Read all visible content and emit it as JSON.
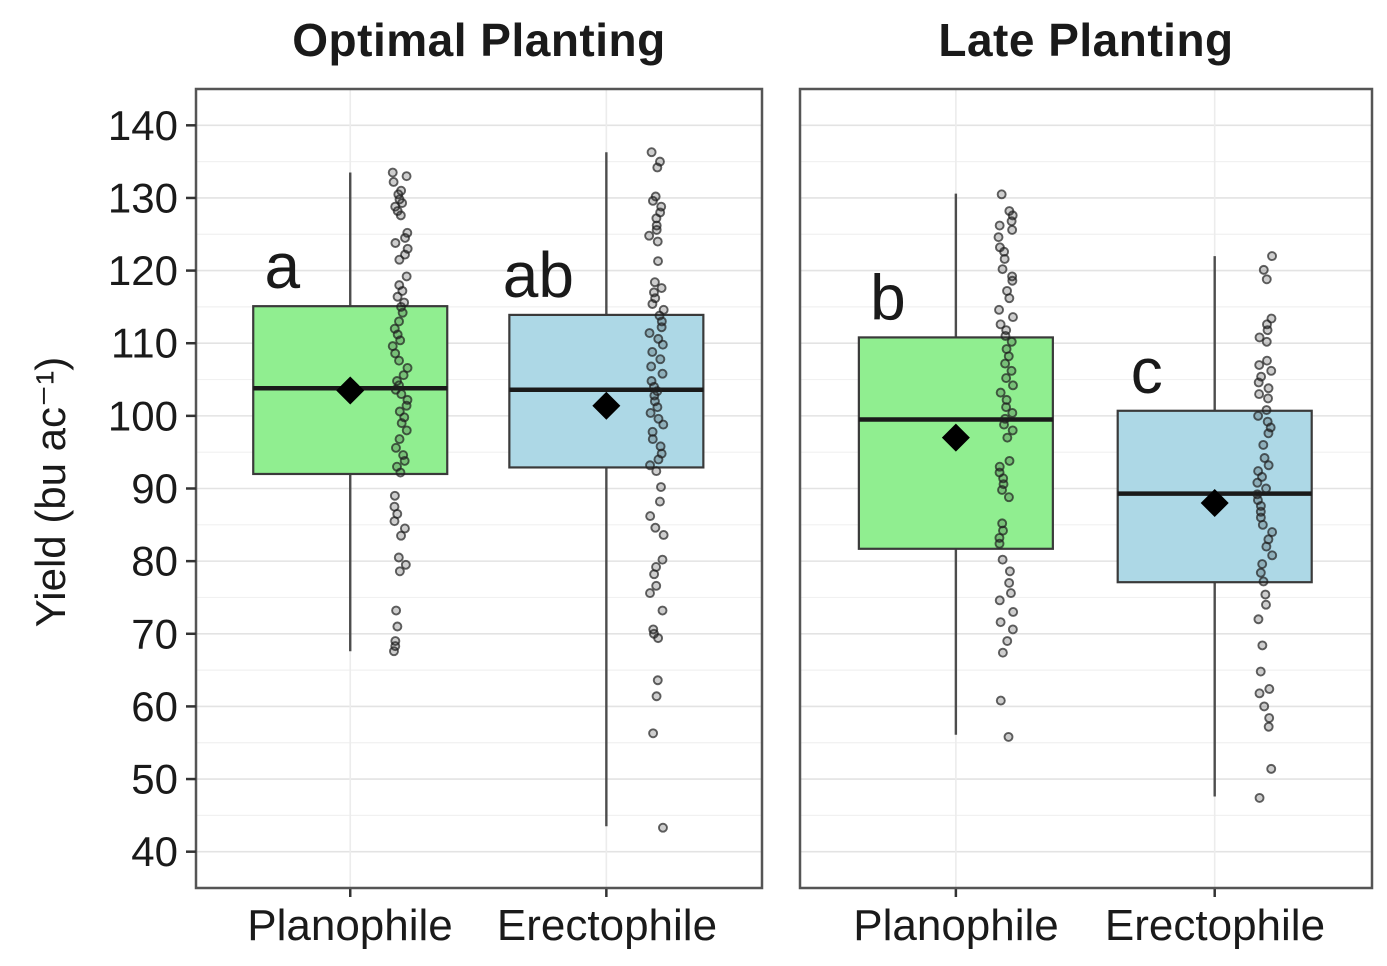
{
  "chart_data": {
    "type": "boxplot",
    "ylabel": "Yield (bu ac⁻¹)",
    "ylim": [
      35,
      145
    ],
    "yticks": [
      40,
      50,
      60,
      70,
      80,
      90,
      100,
      110,
      120,
      130,
      140
    ],
    "yticks_minor": [
      45,
      55,
      65,
      75,
      85,
      95,
      105,
      115,
      125,
      135
    ],
    "grid": "on",
    "categories": [
      "Planophile",
      "Erectophile"
    ],
    "style": {
      "panel_border": "#555555",
      "grid_major": "#e3e3e3",
      "grid_minor": "#f1f1f1",
      "grid_vertical": "#ececec",
      "whisker": "#4d4d4d",
      "box_stroke": "#3a3a3a",
      "median": "#1a1a1a",
      "mean_marker": "#000000",
      "point_stroke": "#1f1f1f",
      "text": "#1a1a1a"
    },
    "panels": [
      {
        "title": "Optimal Planting",
        "groups": [
          {
            "label": "Planophile",
            "letter": "a",
            "fill": "#90EE90",
            "q1": 92,
            "median": 103.8,
            "q3": 115.1,
            "whisker_low": 67.6,
            "whisker_high": 133.5,
            "mean": 103.5,
            "points": [
              133.5,
              133.0,
              132.2,
              131.0,
              130.5,
              129.8,
              129.3,
              128.8,
              128.2,
              127.6,
              125.2,
              124.5,
              123.8,
              123.0,
              122.2,
              121.5,
              119.2,
              118.0,
              117.2,
              116.4,
              115.6,
              115.0,
              114.2,
              113.0,
              112.0,
              111.2,
              110.4,
              109.6,
              108.6,
              107.6,
              106.6,
              105.6,
              104.8,
              104.2,
              103.6,
              103.0,
              102.2,
              101.4,
              100.6,
              99.8,
              99.0,
              98.0,
              96.8,
              95.6,
              94.6,
              93.8,
              93.0,
              92.2,
              89.0,
              87.5,
              86.5,
              85.5,
              84.5,
              83.5,
              80.5,
              79.5,
              78.6,
              73.2,
              71.0,
              69.0,
              68.3,
              67.6
            ]
          },
          {
            "label": "Erectophile",
            "letter": "ab",
            "fill": "#ADD8E6",
            "q1": 92.9,
            "median": 103.6,
            "q3": 113.9,
            "whisker_low": 43.5,
            "whisker_high": 136.3,
            "mean": 101.4,
            "points": [
              136.3,
              135.0,
              134.2,
              130.2,
              129.6,
              128.8,
              128.0,
              127.2,
              126.2,
              125.6,
              124.8,
              124.0,
              121.3,
              118.4,
              117.6,
              117.0,
              116.2,
              115.4,
              114.6,
              113.8,
              113.0,
              112.2,
              111.4,
              110.6,
              109.8,
              108.8,
              107.8,
              106.8,
              105.8,
              104.8,
              104.0,
              103.4,
              102.8,
              102.0,
              101.2,
              100.4,
              99.6,
              98.8,
              97.8,
              96.8,
              95.8,
              94.8,
              94.0,
              93.2,
              92.4,
              90.2,
              88.2,
              86.2,
              84.6,
              83.6,
              80.2,
              79.2,
              78.2,
              76.6,
              75.6,
              73.2,
              70.6,
              70.0,
              69.4,
              63.6,
              61.4,
              56.3,
              43.3
            ]
          }
        ]
      },
      {
        "title": "Late Planting",
        "groups": [
          {
            "label": "Planophile",
            "letter": "b",
            "fill": "#90EE90",
            "q1": 81.7,
            "median": 99.5,
            "q3": 110.8,
            "whisker_low": 56.1,
            "whisker_high": 130.6,
            "mean": 97.0,
            "points": [
              130.5,
              128.2,
              127.6,
              126.8,
              126.2,
              125.6,
              124.6,
              123.2,
              122.6,
              121.6,
              120.2,
              119.2,
              118.6,
              117.2,
              116.2,
              114.6,
              113.6,
              112.6,
              111.8,
              111.0,
              110.2,
              109.2,
              108.2,
              107.2,
              106.2,
              105.2,
              104.2,
              103.2,
              102.2,
              101.2,
              100.4,
              99.6,
              98.8,
              98.0,
              97.0,
              93.8,
              93.0,
              92.2,
              91.4,
              90.6,
              89.8,
              88.8,
              85.2,
              84.2,
              83.2,
              82.4,
              80.2,
              78.6,
              77.0,
              75.6,
              74.6,
              73.0,
              71.6,
              70.6,
              69.0,
              67.4,
              60.8,
              55.8
            ]
          },
          {
            "label": "Erectophile",
            "letter": "c",
            "fill": "#ADD8E6",
            "q1": 77.1,
            "median": 89.3,
            "q3": 100.7,
            "whisker_low": 47.6,
            "whisker_high": 122.0,
            "mean": 88.0,
            "points": [
              122.0,
              120.1,
              118.8,
              113.4,
              112.6,
              111.8,
              110.8,
              110.2,
              107.6,
              107.0,
              106.2,
              105.4,
              104.6,
              103.8,
              103.0,
              102.4,
              100.8,
              100.0,
              99.2,
              98.4,
              97.6,
              96.0,
              94.2,
              93.2,
              92.4,
              91.6,
              90.8,
              90.0,
              89.2,
              88.4,
              87.6,
              86.8,
              86.0,
              85.0,
              84.0,
              83.0,
              82.0,
              80.8,
              79.6,
              78.4,
              77.2,
              75.4,
              74.0,
              72.0,
              68.4,
              64.8,
              62.4,
              61.8,
              60.0,
              58.4,
              57.2,
              51.4,
              47.4
            ]
          }
        ]
      }
    ]
  }
}
